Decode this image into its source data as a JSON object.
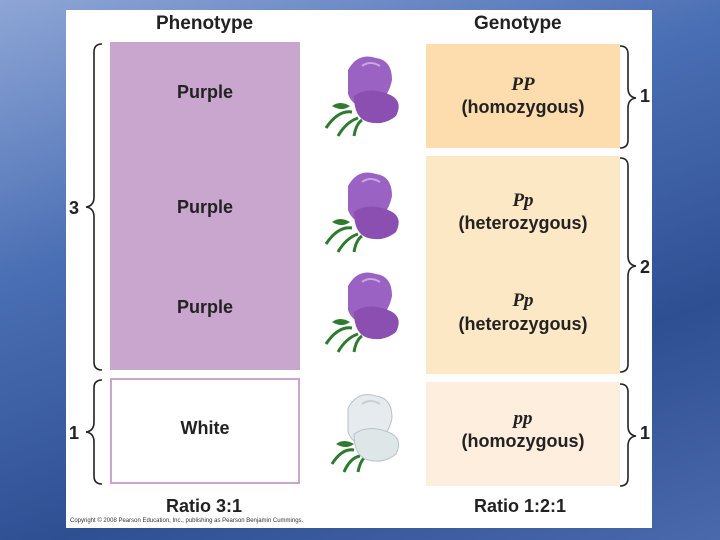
{
  "headers": {
    "phenotype": "Phenotype",
    "genotype": "Genotype"
  },
  "phenotypes": [
    "Purple",
    "Purple",
    "Purple",
    "White"
  ],
  "genotypes": [
    {
      "symbol": "PP",
      "type": "(homozygous)"
    },
    {
      "symbol": "Pp",
      "type": "(heterozygous)"
    },
    {
      "symbol": "Pp",
      "type": "(heterozygous)"
    },
    {
      "symbol": "pp",
      "type": "(homozygous)"
    }
  ],
  "phenotype_counts": {
    "purple": "3",
    "white": "1"
  },
  "genotype_counts": {
    "PP": "1",
    "Pp": "2",
    "pp": "1"
  },
  "ratios": {
    "phenotype": "Ratio 3:1",
    "genotype": "Ratio 1:2:1"
  },
  "copyright": "Copyright © 2008 Pearson Education, Inc., publishing as Pearson Benjamin Cummings.",
  "colors": {
    "purple_flower": "#8a4fb0",
    "white_flower": "#e6ecee",
    "phenotype_purple": "#c8a6ce",
    "genotype_PP": "#fddcae",
    "genotype_Pp": "#fde8c6",
    "genotype_pp": "#fdeedd"
  }
}
